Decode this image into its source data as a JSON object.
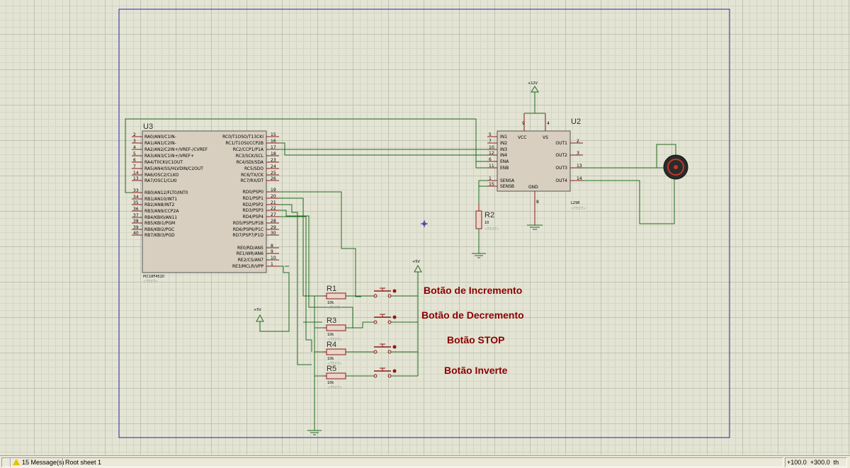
{
  "schematic": {
    "u3": {
      "ref": "U3",
      "part": "PIC18F4520",
      "text": "<TEXT>",
      "left_pins": [
        {
          "num": "2",
          "name": "RA0/AN0/C1IN-"
        },
        {
          "num": "3",
          "name": "RA1/AN1/C2IN-"
        },
        {
          "num": "4",
          "name": "RA2/AN2/C2IN+/VREF-/CVREF"
        },
        {
          "num": "5",
          "name": "RA3/AN3/C1IN+/VREF+"
        },
        {
          "num": "6",
          "name": "RA4/T0CKI/C1OUT"
        },
        {
          "num": "7",
          "name": "RA5/AN4/SS/HLVDIN/C2OUT"
        },
        {
          "num": "14",
          "name": "RA6/OSC2/CLKO"
        },
        {
          "num": "13",
          "name": "RA7/OSC1/CLKI"
        },
        {
          "num": "33",
          "name": "RB0/AN12/FLT0/INT0"
        },
        {
          "num": "34",
          "name": "RB1/AN10/INT1"
        },
        {
          "num": "35",
          "name": "RB2/AN8/INT2"
        },
        {
          "num": "36",
          "name": "RB3/AN9/CCP2A"
        },
        {
          "num": "37",
          "name": "RB4/KBI0/AN11"
        },
        {
          "num": "38",
          "name": "RB5/KBI1/PGM"
        },
        {
          "num": "39",
          "name": "RB6/KBI2/PGC"
        },
        {
          "num": "40",
          "name": "RB7/KBI3/PGD"
        }
      ],
      "right_pins": [
        {
          "num": "15",
          "name": "RC0/T1OSO/T13CKI"
        },
        {
          "num": "16",
          "name": "RC1/T1OSI/CCP2B"
        },
        {
          "num": "17",
          "name": "RC2/CCP1/P1A"
        },
        {
          "num": "18",
          "name": "RC3/SCK/SCL"
        },
        {
          "num": "23",
          "name": "RC4/SDI/SDA"
        },
        {
          "num": "24",
          "name": "RC5/SDO"
        },
        {
          "num": "25",
          "name": "RC6/TX/CK"
        },
        {
          "num": "26",
          "name": "RC7/RX/DT"
        },
        {
          "num": "19",
          "name": "RD0/PSP0"
        },
        {
          "num": "20",
          "name": "RD1/PSP1"
        },
        {
          "num": "21",
          "name": "RD2/PSP2"
        },
        {
          "num": "22",
          "name": "RD3/PSP3"
        },
        {
          "num": "27",
          "name": "RD4/PSP4"
        },
        {
          "num": "28",
          "name": "RD5/PSP5/P1B"
        },
        {
          "num": "29",
          "name": "RD6/PSP6/P1C"
        },
        {
          "num": "30",
          "name": "RD7/PSP7/P1D"
        },
        {
          "num": "8",
          "name": "RE0/RD/AN5"
        },
        {
          "num": "9",
          "name": "RE1/WR/AN6"
        },
        {
          "num": "10",
          "name": "RE2/CS/AN7"
        },
        {
          "num": "1",
          "name": "RE3/MCLR/VPP"
        }
      ]
    },
    "u2": {
      "ref": "U2",
      "part": "L298",
      "text": "<TEXT>",
      "left_pins": [
        {
          "num": "5",
          "name": "IN1"
        },
        {
          "num": "7",
          "name": "IN2"
        },
        {
          "num": "10",
          "name": "IN3"
        },
        {
          "num": "12",
          "name": "IN4"
        },
        {
          "num": "6",
          "name": "ENA"
        },
        {
          "num": "11",
          "name": "ENB"
        },
        {
          "num": "1",
          "name": "SENSA"
        },
        {
          "num": "15",
          "name": "SENSB"
        }
      ],
      "right_pins": [
        {
          "num": "2",
          "name": "OUT1"
        },
        {
          "num": "3",
          "name": "OUT2"
        },
        {
          "num": "13",
          "name": "OUT3"
        },
        {
          "num": "14",
          "name": "OUT4"
        }
      ],
      "top_pins": [
        {
          "num": "9",
          "name": "VCC"
        },
        {
          "num": "4",
          "name": "VS"
        }
      ],
      "bottom_pin": {
        "num": "8",
        "name": "GND"
      }
    },
    "power": {
      "v12": "+12V",
      "v5a": "+5V",
      "v5b": "+5V"
    },
    "r2": {
      "ref": "R2",
      "value": "10",
      "text": "<TEXT>"
    },
    "resistors": [
      {
        "ref": "R1",
        "value": "10k",
        "text": "<TEXT>"
      },
      {
        "ref": "R3",
        "value": "10k",
        "text": "<TEXT>"
      },
      {
        "ref": "R4",
        "value": "10k",
        "text": "<TEXT>"
      },
      {
        "ref": "R5",
        "value": "10k",
        "text": "<TEXT>"
      }
    ],
    "button_labels": [
      "Botão de Incremento",
      "Botão de Decremento",
      "Botão STOP",
      "Botão Inverte"
    ]
  },
  "statusbar": {
    "messages": "15 Message(s)",
    "sheet": "Root sheet 1",
    "coord_x": "+100.0",
    "coord_y": "+300.0",
    "unit": "th"
  },
  "colors": {
    "wire": "#1f6b1f",
    "component": "#8b1a1a",
    "border": "#2a2aa8",
    "chip_fill": "#d8cfc0"
  }
}
